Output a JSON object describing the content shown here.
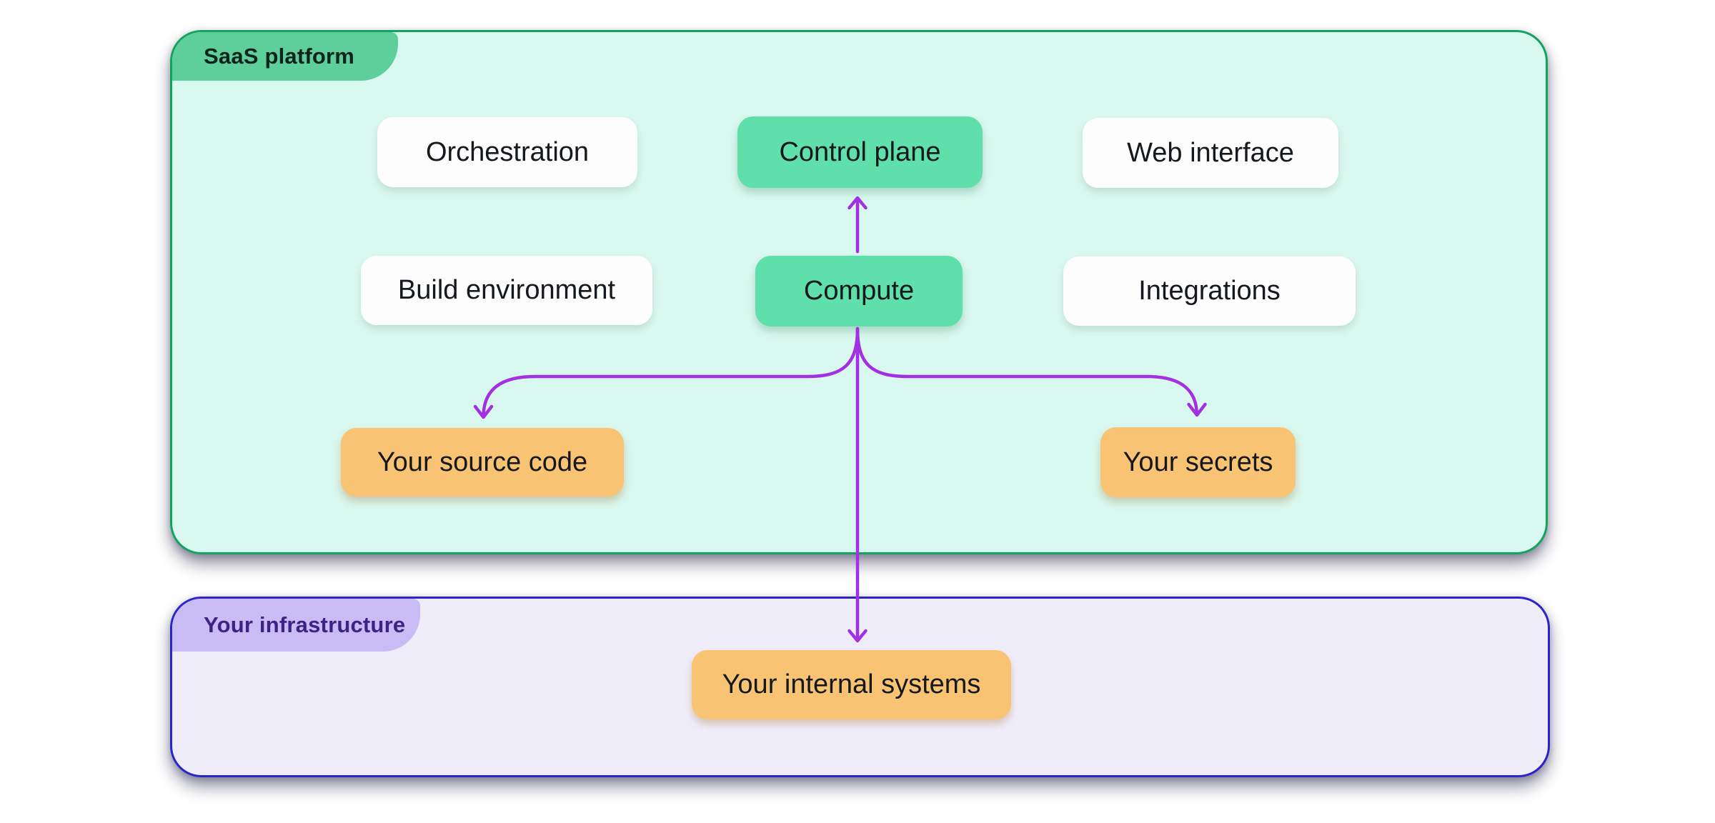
{
  "saas": {
    "label": "SaaS platform",
    "nodes": [
      {
        "id": "orchestration",
        "label": "Orchestration",
        "variant": "white"
      },
      {
        "id": "control-plane",
        "label": "Control plane",
        "variant": "green"
      },
      {
        "id": "web-interface",
        "label": "Web interface",
        "variant": "white"
      },
      {
        "id": "build-environment",
        "label": "Build environment",
        "variant": "white"
      },
      {
        "id": "compute",
        "label": "Compute",
        "variant": "green"
      },
      {
        "id": "integrations",
        "label": "Integrations",
        "variant": "white"
      },
      {
        "id": "your-source-code",
        "label": "Your source code",
        "variant": "orange"
      },
      {
        "id": "your-secrets",
        "label": "Your secrets",
        "variant": "orange"
      }
    ]
  },
  "infra": {
    "label": "Your infrastructure",
    "nodes": [
      {
        "id": "your-internal-systems",
        "label": "Your internal systems",
        "variant": "orange"
      }
    ]
  },
  "edges": [
    {
      "from": "compute",
      "to": "control-plane",
      "style": "straight-up-arrow"
    },
    {
      "from": "compute",
      "to": "your-source-code",
      "style": "branch-left-curved-arrow"
    },
    {
      "from": "compute",
      "to": "your-secrets",
      "style": "branch-right-curved-arrow"
    },
    {
      "from": "compute",
      "to": "your-internal-systems",
      "style": "straight-down-arrow-crossing-boundary"
    }
  ],
  "colors": {
    "page_bg": "#ffffff",
    "saas_bg": "#d9f8ef",
    "saas_border": "#12a35f",
    "saas_tab_bg": "#5ecf9b",
    "saas_tab_text": "#0d241c",
    "infra_bg": "#f0edfa",
    "infra_border": "#2a24c9",
    "infra_tab_bg": "#c9bcf4",
    "infra_tab_text": "#3b2486",
    "node_white": "#fdfdfe",
    "node_green": "#5fdfaa",
    "node_orange": "#f9c374",
    "node_text": "#15181c",
    "arrow": "#a330e1"
  }
}
